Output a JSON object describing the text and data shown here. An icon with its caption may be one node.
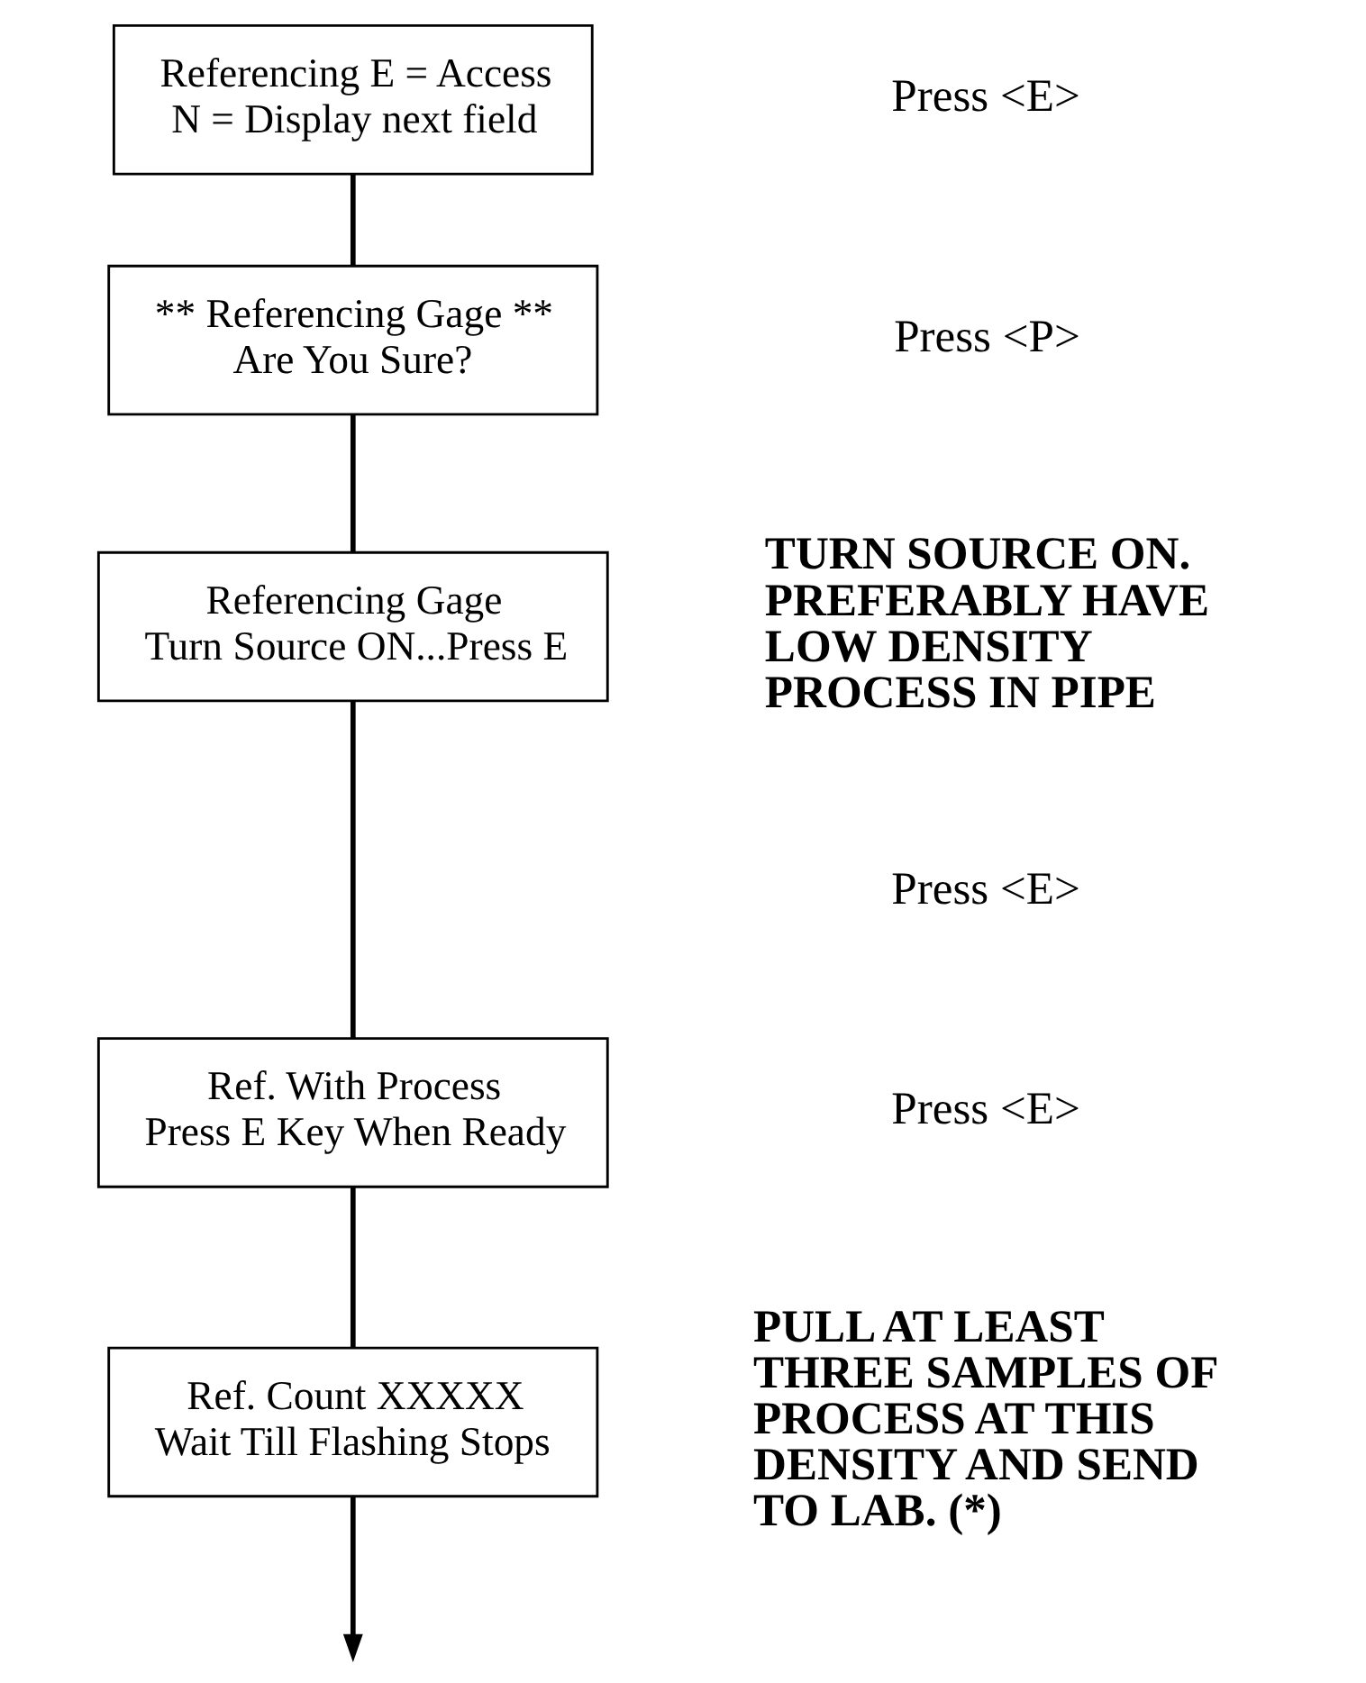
{
  "diagram": {
    "nodes": [
      {
        "text": [
          "Referencing E = Access",
          "N = Display next field"
        ]
      },
      {
        "text": [
          "** Referencing Gage **",
          "Are You Sure?"
        ]
      },
      {
        "text": [
          "Referencing Gage",
          "Turn Source ON...Press E"
        ]
      },
      {
        "text": [
          "Ref. With Process",
          "Press E Key When Ready"
        ]
      },
      {
        "text": [
          "Ref. Count XXXXX",
          "Wait Till Flashing Stops"
        ]
      }
    ],
    "edges": [
      {
        "from": 0,
        "to": 1,
        "arrow": "none"
      },
      {
        "from": 1,
        "to": 2,
        "arrow": "none"
      },
      {
        "from": 2,
        "to": 3,
        "arrow": "none"
      },
      {
        "from": 3,
        "to": 4,
        "arrow": "none"
      },
      {
        "from": 4,
        "to": null,
        "arrow": "to"
      }
    ],
    "labels": [
      "Press <E>",
      "Press <P>",
      "TURN SOURCE ON. PREFERABLY HAVE LOW DENSITY PROCESS IN PIPE",
      "Press <E>",
      "Press <E>",
      "PULL AT LEAST THREE SAMPLES OF PROCESS AT THIS DENSITY AND SEND TO LAB. (*)"
    ]
  }
}
